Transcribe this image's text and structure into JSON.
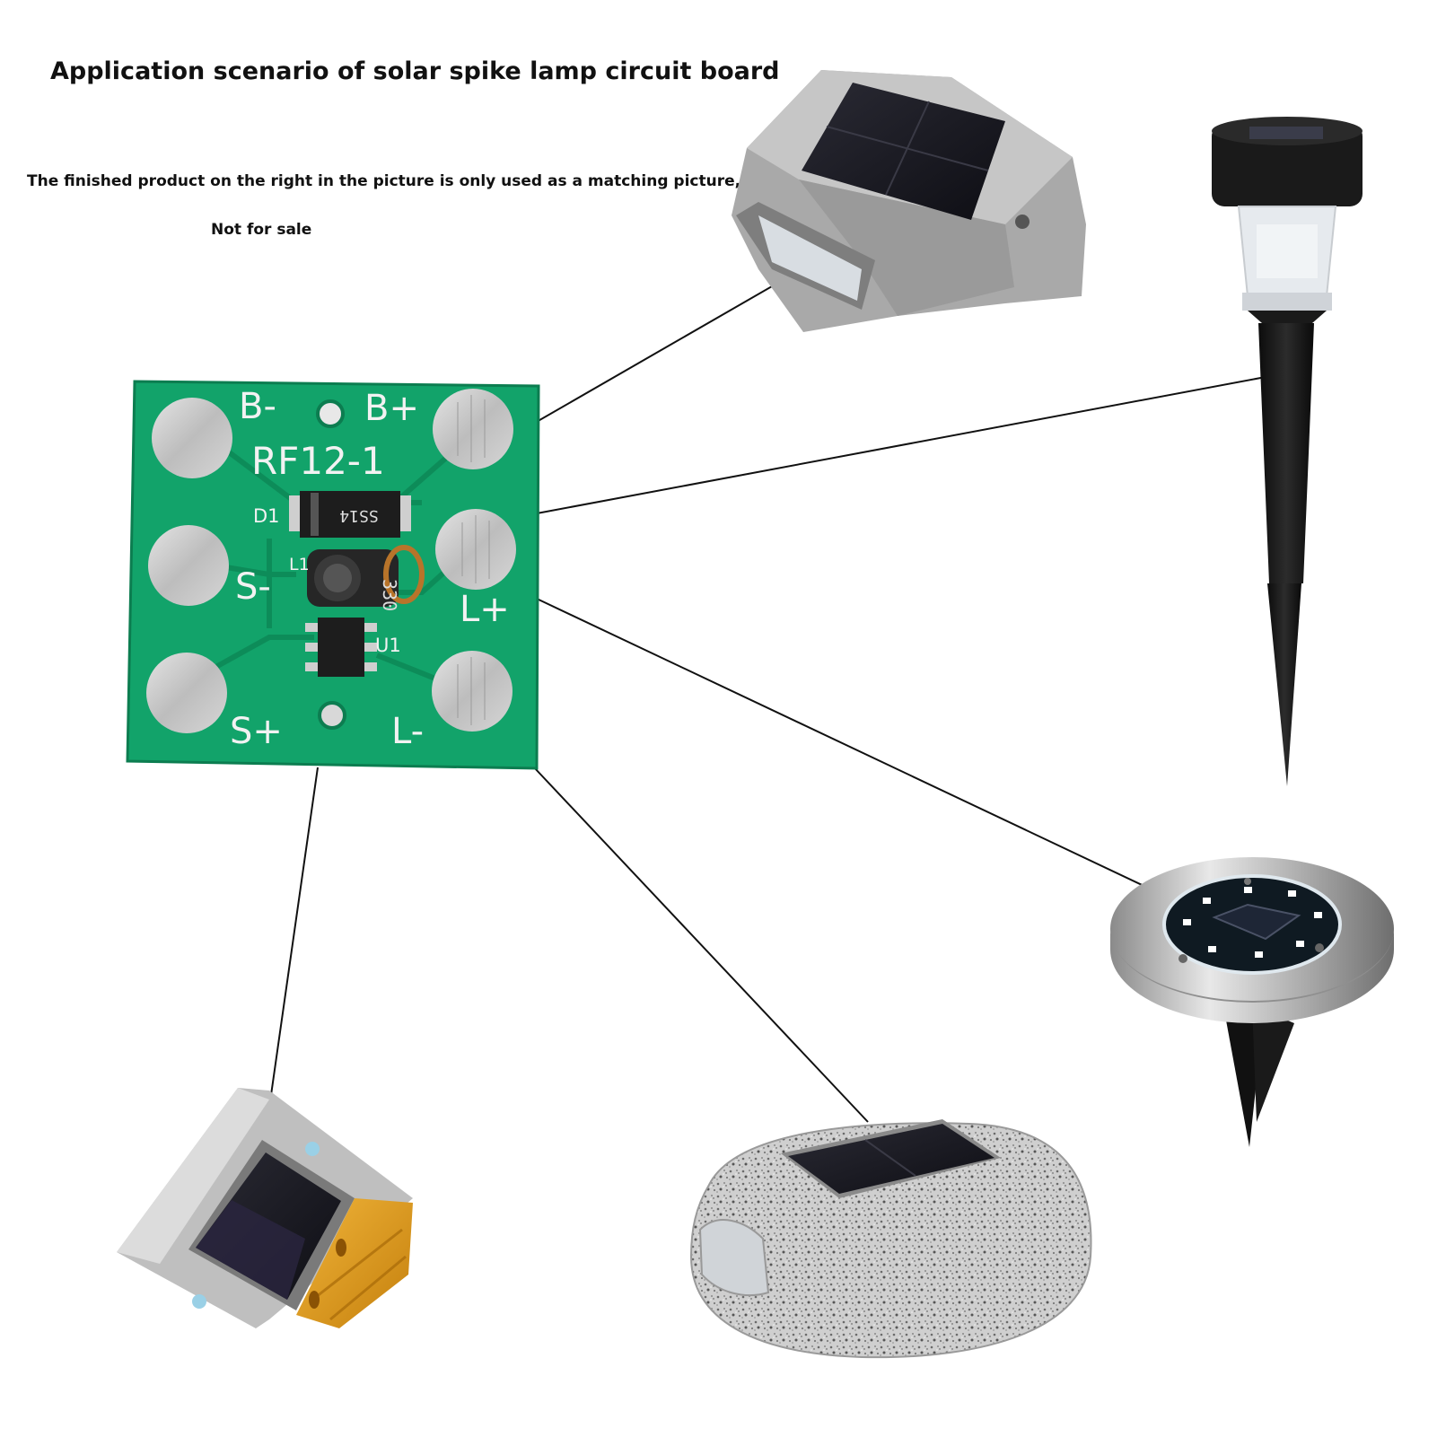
{
  "title": "Application scenario of solar spike lamp circuit board",
  "note_line1": "The finished product on the right in the picture is only used as a matching picture,",
  "note_line2": "Not for sale",
  "board": {
    "model": "RF12-1",
    "pad_labels": {
      "b_minus": "B-",
      "b_plus": "B+",
      "s_minus": "S-",
      "s_plus": "S+",
      "l_plus": "L+",
      "l_minus": "L-"
    },
    "component_labels": {
      "diode_ref": "D1",
      "diode_marking": "SS14",
      "inductor_ref": "L1",
      "inductor_marking": "330",
      "ic_ref": "U1"
    }
  },
  "colors": {
    "pcb_green": "#12a36a",
    "pad_silver": "#c9c9c9",
    "copper": "#b8742a",
    "amber": "#e3a019",
    "line": "#111111"
  },
  "products": [
    {
      "name": "solar-road-stud-gray",
      "icon": "road-stud-icon"
    },
    {
      "name": "solar-garden-stake-lamp",
      "icon": "stake-lamp-icon"
    },
    {
      "name": "solar-in-ground-disk-light",
      "icon": "disk-light-icon"
    },
    {
      "name": "solar-stone-light",
      "icon": "stone-light-icon"
    },
    {
      "name": "solar-road-stud-amber",
      "icon": "amber-stud-icon"
    }
  ]
}
